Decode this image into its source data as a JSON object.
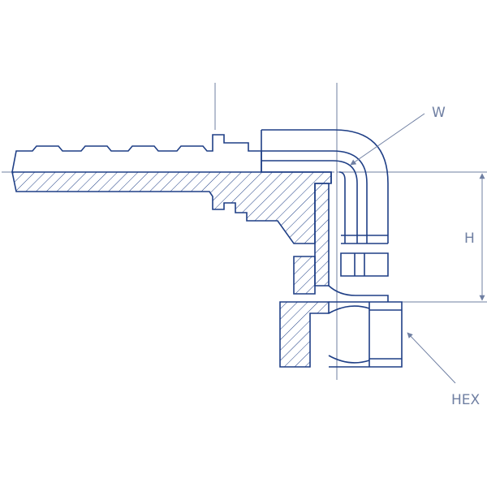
{
  "labels": {
    "w": "W",
    "h": "H",
    "hex": "HEX"
  },
  "colors": {
    "outline": "#1f3f86",
    "dimension": "#6f7fa2",
    "background": "#ffffff"
  }
}
